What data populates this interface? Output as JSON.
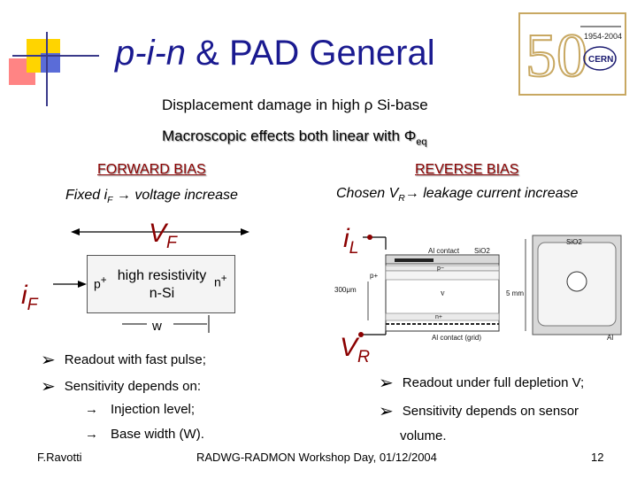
{
  "slide": {
    "title_italic": "p-i-n",
    "title_rest": " & PAD General",
    "subtitle_1": "Displacement damage in high ρ Si-base",
    "subtitle_2": "Macroscopic effects both linear with Φ",
    "subtitle_2_sub": "eq",
    "logo": {
      "years": "1954-2004",
      "number": "50",
      "name": "CERN"
    }
  },
  "forward": {
    "heading": "FORWARD BIAS",
    "desc_a": "Fixed i",
    "desc_sub": "F",
    "desc_b": " → voltage increase",
    "vf_main": "V",
    "vf_sub": "F",
    "if_main": "i",
    "if_sub": "F",
    "p_label": "p",
    "p_sup": "+",
    "region_line1": "high resistivity",
    "region_line2": "n-Si",
    "n_label": "n",
    "n_sup": "+",
    "w_label": "w",
    "bullets": [
      "Readout with fast pulse;",
      "Sensitivity depends on:"
    ],
    "sub_items": [
      "Injection level;",
      "Base width (W)."
    ]
  },
  "reverse": {
    "heading": "REVERSE BIAS",
    "desc_a": "Chosen V",
    "desc_sub": "R",
    "desc_b": "→ leakage current increase",
    "il_main": "i",
    "il_sub": "L",
    "vr_main": "V",
    "vr_sub": "R",
    "diagram": {
      "al_contact_top": "Al contact",
      "sio2_top": "SiO2",
      "p_minus": "p−",
      "p_plus": "p+",
      "nu": "ν",
      "n_plus": "n+",
      "thickness": "300μm",
      "al_contact_grid": "Al contact (grid)",
      "sio2_side": "SiO2",
      "size": "5 mm",
      "al_side": "Al"
    },
    "bullets": [
      "Readout under full depletion V;",
      "Sensitivity depends on sensor"
    ],
    "bullet_cont": "volume."
  },
  "footer": {
    "author": "F.Ravotti",
    "event": "RADWG-RADMON Workshop Day, 01/12/2004",
    "page": "12"
  },
  "colors": {
    "title": "#1a1a90",
    "accent": "#8b0000",
    "deco_yellow": "#ffd400",
    "deco_red": "#ff6f6f",
    "deco_blue": "#5a6cd8"
  }
}
